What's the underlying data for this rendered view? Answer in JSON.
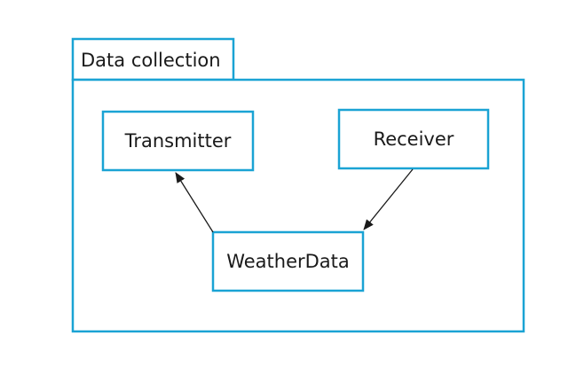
{
  "diagram": {
    "package": {
      "label": "Data collection"
    },
    "classes": {
      "transmitter": "Transmitter",
      "receiver": "Receiver",
      "weatherdata": "WeatherData"
    },
    "edges": [
      {
        "from": "weatherdata",
        "to": "transmitter"
      },
      {
        "from": "receiver",
        "to": "weatherdata"
      }
    ],
    "colors": {
      "border": "#1aa3d4",
      "text": "#1a1a1a",
      "arrow": "#1a1a1a"
    }
  }
}
